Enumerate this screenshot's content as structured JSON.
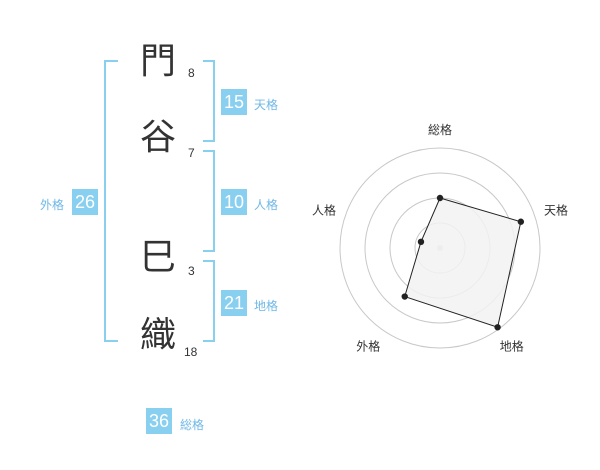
{
  "name": {
    "characters": [
      {
        "char": "門",
        "strokes": "8"
      },
      {
        "char": "谷",
        "strokes": "7"
      },
      {
        "char": "巳",
        "strokes": "3"
      },
      {
        "char": "織",
        "strokes": "18"
      }
    ]
  },
  "kakusu": {
    "tenkaku": {
      "value": "15",
      "label": "天格"
    },
    "jinkaku": {
      "value": "10",
      "label": "人格"
    },
    "chikaku": {
      "value": "21",
      "label": "地格"
    },
    "gaikaku": {
      "value": "26",
      "label": "外格"
    },
    "soukaku": {
      "value": "36",
      "label": "総格"
    }
  },
  "radar": {
    "axes": [
      "総格",
      "天格",
      "地格",
      "外格",
      "人格"
    ],
    "levels": 4,
    "scores": [
      0.5,
      0.85,
      0.98,
      0.6,
      0.2
    ],
    "colors": {
      "fill": "#f2f2f2",
      "line": "#222222",
      "grid": "#c8c8c8",
      "center": "#cccccc"
    }
  },
  "colors": {
    "accent": "#89cff0",
    "accent_text": "#6fb8e6"
  }
}
